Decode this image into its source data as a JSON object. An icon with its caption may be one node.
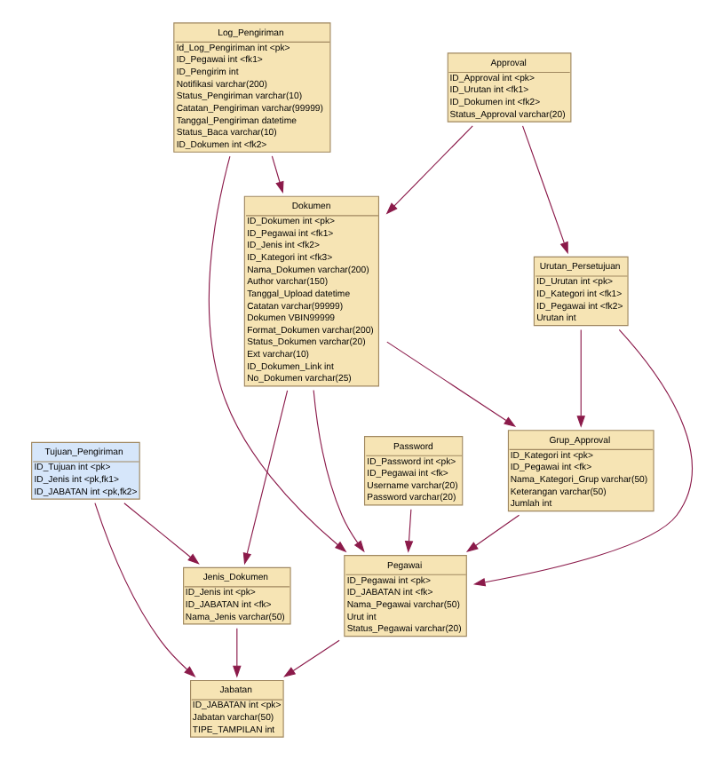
{
  "diagram": {
    "nodes": [
      {
        "text": [
          "Tujuan_Pengiriman",
          "ID_Tujuan int <pk>",
          "ID_Jenis int <pk,fk1>",
          "ID_JABATAN int <pk,fk2>"
        ]
      },
      {
        "text": [
          "Jenis_Dokumen",
          "ID_Jenis int <pk>",
          "ID_JABATAN int <fk>",
          "Nama_Jenis varchar(50)"
        ]
      },
      {
        "text": [
          "Jabatan",
          "ID_JABATAN int <pk>",
          "Jabatan varchar(50)",
          "TIPE_TAMPILAN int"
        ]
      },
      {
        "text": [
          "Log_Pengiriman",
          "Id_Log_Pengiriman int <pk>",
          "ID_Pegawai int <fk1>",
          "ID_Pengirim int",
          "Notifikasi varchar(200)",
          "Status_Pengiriman varchar(10)",
          "Catatan_Pengiriman varchar(99999)",
          "Tanggal_Pengiriman datetime",
          "Status_Baca varchar(10)",
          "ID_Dokumen int <fk2>"
        ]
      },
      {
        "text": [
          "Password",
          "ID_Password int <pk>",
          "ID_Pegawai int <fk>",
          "Username varchar(20)",
          "Password varchar(20)"
        ]
      },
      {
        "text": [
          "Dokumen",
          "ID_Dokumen int <pk>",
          "ID_Pegawai int <fk1>",
          "ID_Jenis int <fk2>",
          "ID_Kategori int <fk3>",
          "Nama_Dokumen varchar(200)",
          "Author varchar(150)",
          "Tanggal_Upload datetime",
          "Catatan varchar(99999)",
          "Dokumen VBIN99999",
          "Format_Dokumen varchar(200)",
          "Status_Dokumen varchar(20)",
          "Ext varchar(10)",
          "ID_Dokumen_Link int",
          "No_Dokumen varchar(25)"
        ]
      },
      {
        "text": [
          "Pegawai",
          "ID_Pegawai int <pk>",
          "ID_JABATAN int <fk>",
          "Nama_Pegawai varchar(50)",
          "Urut int",
          "Status_Pegawai varchar(20)"
        ]
      },
      {
        "text": [
          "Approval",
          "ID_Approval int <pk>",
          "ID_Urutan int <fk1>",
          "ID_Dokumen int <fk2>",
          "Status_Approval varchar(20)"
        ]
      },
      {
        "text": [
          "Urutan_Persetujuan",
          "ID_Urutan int <pk>",
          "ID_Kategori int <fk1>",
          "ID_Pegawai int <fk2>",
          "Urutan int"
        ]
      },
      {
        "text": [
          "Grup_Approval",
          "ID_Kategori int <pk>",
          "ID_Pegawai int <fk>",
          "Nama_Kategori_Grup varchar(50)",
          "Keterangan varchar(50)",
          "Jumlah int"
        ]
      }
    ],
    "edges": [
      {
        "from": 0,
        "to": 1,
        "arrow": "to"
      },
      {
        "from": 0,
        "to": 2,
        "arrow": "to"
      },
      {
        "from": 1,
        "to": 2,
        "arrow": "to"
      },
      {
        "from": 5,
        "to": 1,
        "arrow": "to"
      },
      {
        "from": 3,
        "to": 5,
        "arrow": "to"
      },
      {
        "from": 3,
        "to": 6,
        "arrow": "to"
      },
      {
        "from": 5,
        "to": 6,
        "arrow": "to"
      },
      {
        "from": 6,
        "to": 2,
        "arrow": "to"
      },
      {
        "from": 4,
        "to": 6,
        "arrow": "to"
      },
      {
        "from": 7,
        "to": 5,
        "arrow": "to"
      },
      {
        "from": 7,
        "to": 8,
        "arrow": "to"
      },
      {
        "from": 8,
        "to": 6,
        "arrow": "to"
      },
      {
        "from": 8,
        "to": 9,
        "arrow": "to"
      },
      {
        "from": 5,
        "to": 9,
        "arrow": "to"
      },
      {
        "from": 9,
        "to": 6,
        "arrow": "to"
      }
    ]
  }
}
